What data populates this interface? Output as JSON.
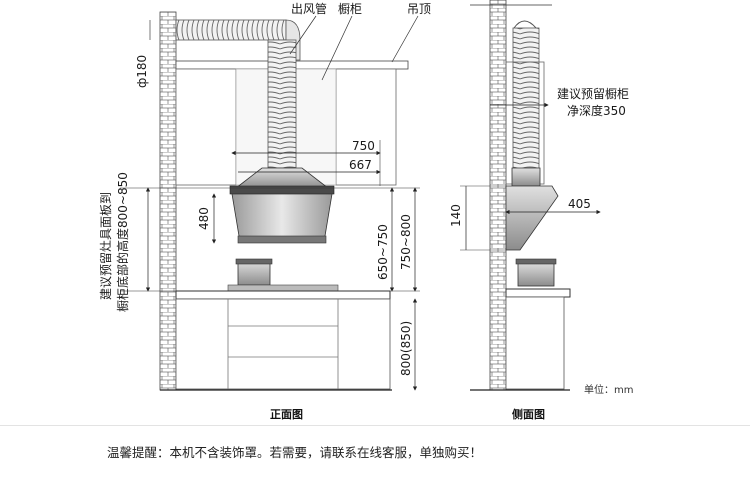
{
  "front_view": {
    "caption": "正面图",
    "labels": {
      "duct": "出风管",
      "cabinet": "橱柜",
      "ceiling": "吊顶",
      "duct_diameter": "ф180",
      "hood_width": "750",
      "hood_inner_width": "667",
      "hood_height": "480",
      "stove_to_hood": "650~750",
      "stove_to_hood_alt": "750~800",
      "counter_height": "800(850)",
      "side_note_line1": "建议预留灶具面板到",
      "side_note_line2": "橱柜底部的高度800~850"
    }
  },
  "side_view": {
    "caption": "侧面图",
    "labels": {
      "reserve_line1": "建议预留橱柜",
      "reserve_line2": "净深度350",
      "depth": "405",
      "hood_front_height": "140",
      "unit": "单位：mm"
    }
  },
  "footer": {
    "notice": "温馨提醒：本机不含装饰罩。若需要，请联系在线客服，单独购买！"
  }
}
